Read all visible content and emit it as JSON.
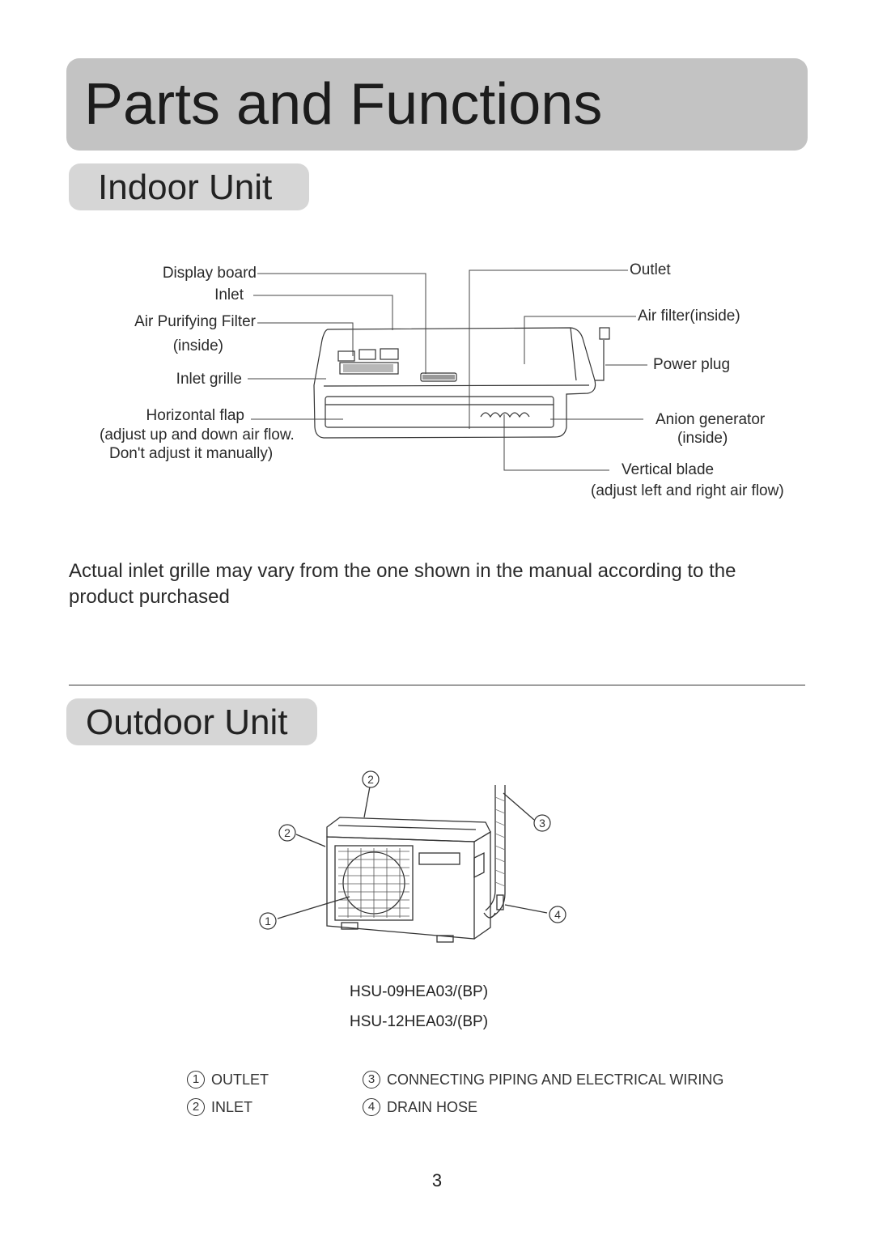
{
  "header": {
    "title": "Parts and Functions"
  },
  "indoor": {
    "title": "Indoor Unit",
    "labels": {
      "display_board": "Display board",
      "inlet": "Inlet",
      "air_purifying_filter": "Air Purifying Filter",
      "air_purifying_filter_sub": "(inside)",
      "inlet_grille": "Inlet grille",
      "horizontal_flap": "Horizontal flap",
      "horizontal_flap_sub1": "(adjust up and down air flow.",
      "horizontal_flap_sub2": "Don't adjust it manually)",
      "outlet": "Outlet",
      "air_filter": "Air filter(inside)",
      "power_plug": "Power plug",
      "anion_generator": "Anion generator",
      "anion_generator_sub": "(inside)",
      "vertical_blade": "Vertical blade",
      "vertical_blade_sub": "(adjust left and right air flow)"
    },
    "note": "Actual inlet grille may vary from the one shown in the manual according to the product purchased"
  },
  "outdoor": {
    "title": "Outdoor Unit",
    "callouts": [
      "2",
      "2",
      "3",
      "1",
      "4"
    ],
    "models": [
      "HSU-09HEA03/(BP)",
      "HSU-12HEA03/(BP)"
    ],
    "legend": [
      {
        "num": "1",
        "label": "OUTLET"
      },
      {
        "num": "3",
        "label": "CONNECTING PIPING AND ELECTRICAL WIRING"
      },
      {
        "num": "2",
        "label": "INLET"
      },
      {
        "num": "4",
        "label": "DRAIN HOSE"
      }
    ]
  },
  "page_number": "3"
}
